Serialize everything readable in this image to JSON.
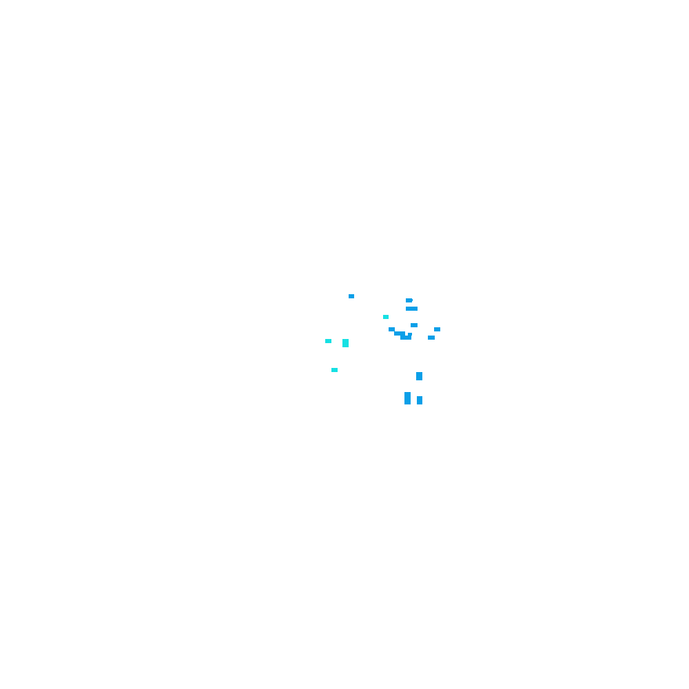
{
  "palette": {
    "background": "#ffffff",
    "blue": "#0a9fe8",
    "cyan": "#16e0e3"
  },
  "blocks": [
    {
      "shade": "blue"
    },
    {
      "shade": "blue"
    },
    {
      "shade": "blue"
    },
    {
      "shade": "blue"
    },
    {
      "shade": "cyan"
    },
    {
      "shade": "blue"
    },
    {
      "shade": "blue"
    },
    {
      "shade": "blue"
    },
    {
      "shade": "blue"
    },
    {
      "shade": "blue"
    },
    {
      "shade": "blue"
    },
    {
      "shade": "blue"
    },
    {
      "shade": "cyan"
    },
    {
      "shade": "cyan"
    },
    {
      "shade": "cyan"
    },
    {
      "shade": "cyan"
    },
    {
      "shade": "blue"
    },
    {
      "shade": "blue"
    },
    {
      "shade": "blue"
    }
  ]
}
